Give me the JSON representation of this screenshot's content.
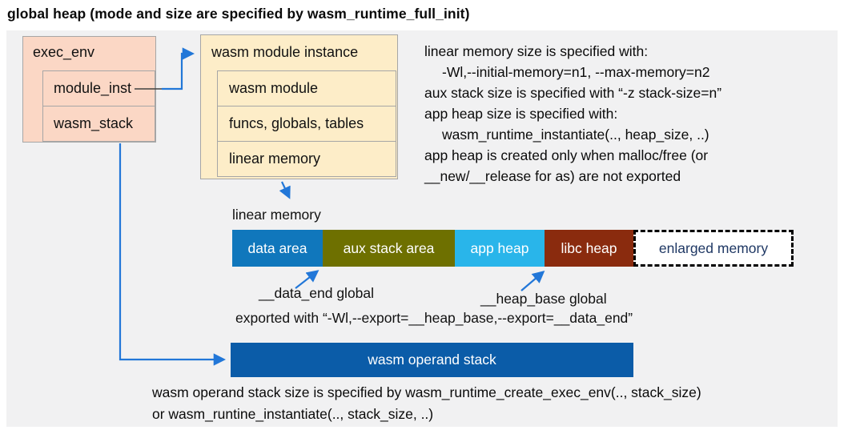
{
  "title": "global heap (mode and size are specified by wasm_runtime_full_init)",
  "exec_env_box": {
    "header": "exec_env",
    "rows": [
      {
        "label": "module_inst"
      },
      {
        "label": "wasm_stack"
      }
    ]
  },
  "module_instance_box": {
    "header": "wasm module instance",
    "rows": [
      {
        "label": "wasm module"
      },
      {
        "label": "funcs, globals, tables"
      },
      {
        "label": "linear memory"
      }
    ]
  },
  "notes": {
    "lines": [
      {
        "text": "linear memory size is specified with:"
      },
      {
        "text": "-Wl,--initial-memory=n1, --max-memory=n2"
      },
      {
        "text": "aux stack size is specified with “-z stack-size=n”"
      },
      {
        "text": "app heap size is specified with:"
      },
      {
        "text": "wasm_runtime_instantiate(.., heap_size, ..)"
      },
      {
        "text": "app heap is created only when malloc/free (or"
      },
      {
        "text": "__new/__release for as) are not exported"
      }
    ]
  },
  "linear_memory": {
    "label": "linear memory",
    "segments": [
      {
        "label": "data area",
        "color": "#1077bc",
        "text_color": "#ffffff"
      },
      {
        "label": "aux stack area",
        "color": "#6e7000",
        "text_color": "#ffffff"
      },
      {
        "label": "app heap",
        "color": "#29b5ea",
        "text_color": "#ffffff"
      },
      {
        "label": "libc heap",
        "color": "#8a2b0e",
        "text_color": "#ffffff"
      },
      {
        "label": "enlarged memory",
        "color": "#ffffff",
        "text_color": "#1f3864",
        "border": "dashed-black"
      }
    ]
  },
  "annotations": {
    "data_end": "__data_end global",
    "heap_base": "__heap_base global",
    "exported": "exported with “-Wl,--export=__heap_base,--export=__data_end”"
  },
  "operand_stack": {
    "label": "wasm operand stack",
    "color": "#0b5ca8"
  },
  "footer": {
    "lines": [
      {
        "text": "wasm operand stack size is specified by wasm_runtime_create_exec_env(.., stack_size)"
      },
      {
        "text": "or wasm_runtine_instantiate(.., stack_size, ..)"
      }
    ]
  },
  "colors": {
    "panel_background": "#f1f1f2",
    "exec_env_fill": "#fbd7c5",
    "module_instance_fill": "#fdedc8",
    "box_border": "#a6a6a6",
    "arrow_blue": "#2277d8",
    "enlarged_memory_text": "#1f3864"
  }
}
